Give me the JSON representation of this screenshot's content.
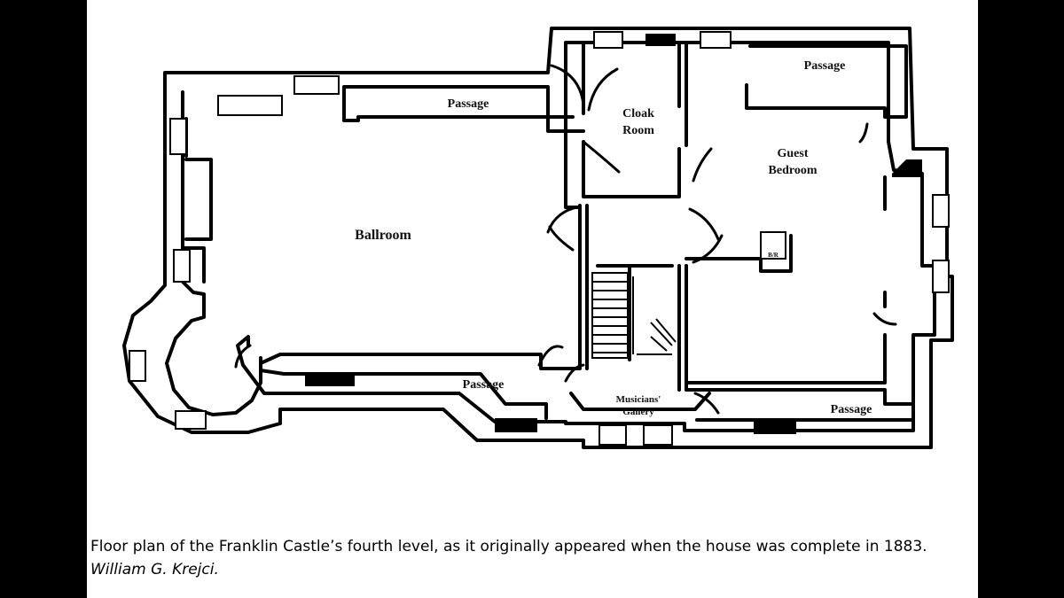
{
  "labels": {
    "ballroom": "Ballroom",
    "passage_top": "Passage",
    "cloak_line1": "Cloak",
    "cloak_line2": "Room",
    "passage_top_right": "Passage",
    "guest_line1": "Guest",
    "guest_line2": "Bedroom",
    "fixture_tag": "B/R",
    "passage_bottom_mid": "Passage",
    "gallery_line1": "Musicians'",
    "gallery_line2": "Gallery",
    "passage_bottom_right": "Passage"
  },
  "caption": {
    "text": "Floor plan of the Franklin Castle’s fourth level, as it originally appeared when the house was complete in 1883.",
    "credit": "William G. Krejci."
  }
}
